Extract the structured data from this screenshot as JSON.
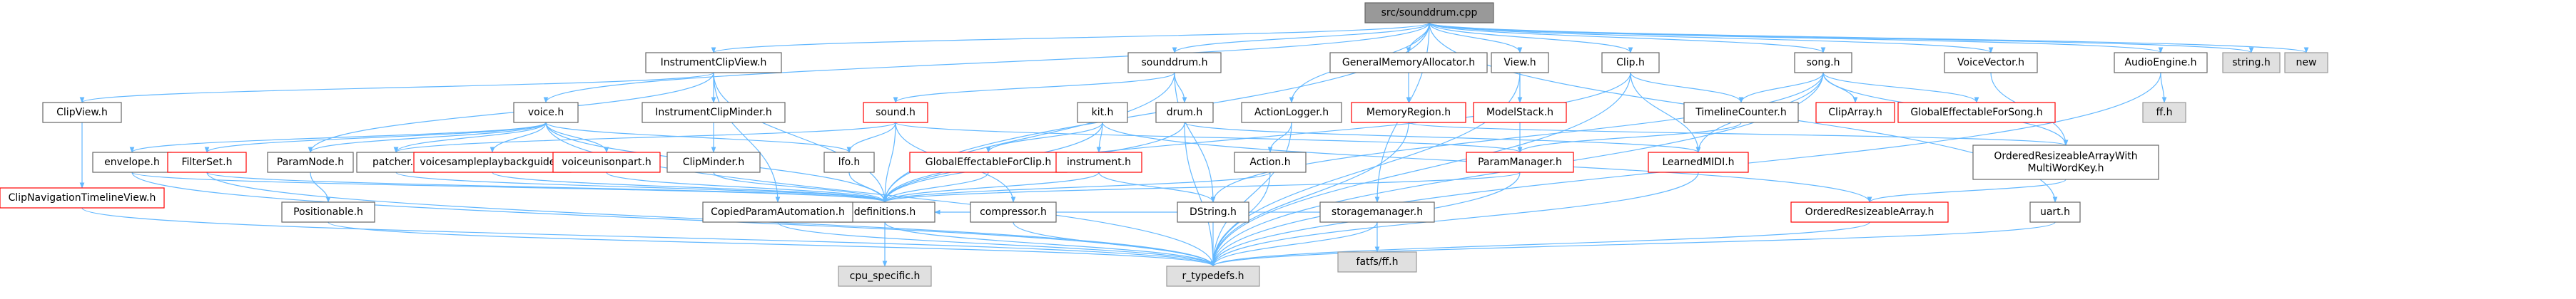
{
  "colors": {
    "edge": "#63B8FF",
    "node_fill": "#ffffff",
    "node_border": "#666666",
    "root_fill": "#999999",
    "system_fill": "#e0e0e0",
    "system_border": "#999999",
    "red_border": "#ff0000"
  },
  "graph": {
    "root": "src/sounddrum.cpp",
    "nodes": [
      {
        "id": "sounddrum_cpp",
        "label": "src/sounddrum.cpp",
        "style": "root"
      },
      {
        "id": "instrumentclipview_h",
        "label": "InstrumentClipView.h",
        "style": "normal"
      },
      {
        "id": "sounddrum_h",
        "label": "sounddrum.h",
        "style": "normal"
      },
      {
        "id": "gma_h",
        "label": "GeneralMemoryAllocator.h",
        "style": "normal"
      },
      {
        "id": "view_h",
        "label": "View.h",
        "style": "normal"
      },
      {
        "id": "clip_h",
        "label": "Clip.h",
        "style": "normal"
      },
      {
        "id": "song_h",
        "label": "song.h",
        "style": "normal"
      },
      {
        "id": "voicevector_h",
        "label": "VoiceVector.h",
        "style": "normal"
      },
      {
        "id": "audioengine_h",
        "label": "AudioEngine.h",
        "style": "normal"
      },
      {
        "id": "string_h",
        "label": "string.h",
        "style": "system"
      },
      {
        "id": "new",
        "label": "new",
        "style": "system"
      },
      {
        "id": "clipview_h",
        "label": "ClipView.h",
        "style": "normal"
      },
      {
        "id": "voice_h",
        "label": "voice.h",
        "style": "normal"
      },
      {
        "id": "instrumentclipminder_h",
        "label": "InstrumentClipMinder.h",
        "style": "normal"
      },
      {
        "id": "sound_h",
        "label": "sound.h",
        "style": "red"
      },
      {
        "id": "kit_h",
        "label": "kit.h",
        "style": "normal"
      },
      {
        "id": "drum_h",
        "label": "drum.h",
        "style": "normal"
      },
      {
        "id": "actionlogger_h",
        "label": "ActionLogger.h",
        "style": "normal"
      },
      {
        "id": "memoryregion_h",
        "label": "MemoryRegion.h",
        "style": "red"
      },
      {
        "id": "modelstack_h",
        "label": "ModelStack.h",
        "style": "red"
      },
      {
        "id": "timelinecounter_h",
        "label": "TimelineCounter.h",
        "style": "normal"
      },
      {
        "id": "cliparray_h",
        "label": "ClipArray.h",
        "style": "red"
      },
      {
        "id": "globaleffectableforsong_h",
        "label": "GlobalEffectableForSong.h",
        "style": "red"
      },
      {
        "id": "ff_h",
        "label": "ff.h",
        "style": "system"
      },
      {
        "id": "clipnavtimelineview_h",
        "label": "ClipNavigationTimelineView.h",
        "style": "red"
      },
      {
        "id": "envelope_h",
        "label": "envelope.h",
        "style": "normal"
      },
      {
        "id": "filterset_h",
        "label": "FilterSet.h",
        "style": "red"
      },
      {
        "id": "paramnode_h",
        "label": "ParamNode.h",
        "style": "normal"
      },
      {
        "id": "patcher_h",
        "label": "patcher.h",
        "style": "normal"
      },
      {
        "id": "voicesampleplayback_h",
        "label": "voicesampleplaybackguide.h",
        "style": "red"
      },
      {
        "id": "voiceunisonpart_h",
        "label": "voiceunisonpart.h",
        "style": "red"
      },
      {
        "id": "clipminder_h",
        "label": "ClipMinder.h",
        "style": "normal"
      },
      {
        "id": "lfo_h",
        "label": "lfo.h",
        "style": "normal"
      },
      {
        "id": "gefxclip_h",
        "label": "GlobalEffectableForClip.h",
        "style": "red"
      },
      {
        "id": "instrument_h",
        "label": "instrument.h",
        "style": "red"
      },
      {
        "id": "action_h",
        "label": "Action.h",
        "style": "normal"
      },
      {
        "id": "parammanager_h",
        "label": "ParamManager.h",
        "style": "red"
      },
      {
        "id": "learnedmidi_h",
        "label": "LearnedMIDI.h",
        "style": "red"
      },
      {
        "id": "oramwk_h",
        "label": "OrderedResizeableArrayWith\nMultiWordKey.h",
        "style": "normal"
      },
      {
        "id": "positionable_h",
        "label": "Positionable.h",
        "style": "normal"
      },
      {
        "id": "definitions_h",
        "label": "definitions.h",
        "style": "normal"
      },
      {
        "id": "compressor_h",
        "label": "compressor.h",
        "style": "normal"
      },
      {
        "id": "storagemanager_h",
        "label": "storagemanager.h",
        "style": "normal"
      },
      {
        "id": "fatfs_ff_h",
        "label": "fatfs/ff.h",
        "style": "system"
      },
      {
        "id": "dstring_h",
        "label": "DString.h",
        "style": "normal"
      },
      {
        "id": "ora_h",
        "label": "OrderedResizeableArray.h",
        "style": "red"
      },
      {
        "id": "uart_h",
        "label": "uart.h",
        "style": "normal"
      },
      {
        "id": "copiedparam_h",
        "label": "CopiedParamAutomation.h",
        "style": "normal"
      },
      {
        "id": "cpu_specific_h",
        "label": "cpu_specific.h",
        "style": "system"
      },
      {
        "id": "r_typedefs_h",
        "label": "r_typedefs.h",
        "style": "system"
      }
    ],
    "edges": [
      [
        "sounddrum_cpp",
        "instrumentclipview_h"
      ],
      [
        "sounddrum_cpp",
        "sounddrum_h"
      ],
      [
        "sounddrum_cpp",
        "gma_h"
      ],
      [
        "sounddrum_cpp",
        "view_h"
      ],
      [
        "sounddrum_cpp",
        "clip_h"
      ],
      [
        "sounddrum_cpp",
        "song_h"
      ],
      [
        "sounddrum_cpp",
        "voicevector_h"
      ],
      [
        "sounddrum_cpp",
        "audioengine_h"
      ],
      [
        "sounddrum_cpp",
        "string_h"
      ],
      [
        "sounddrum_cpp",
        "new"
      ],
      [
        "sounddrum_cpp",
        "voice_h"
      ],
      [
        "sounddrum_cpp",
        "actionlogger_h"
      ],
      [
        "sounddrum_cpp",
        "storagemanager_h"
      ],
      [
        "sounddrum_cpp",
        "uart_h"
      ],
      [
        "sounddrum_cpp",
        "definitions_h"
      ],
      [
        "instrumentclipview_h",
        "clipview_h"
      ],
      [
        "instrumentclipview_h",
        "instrumentclipminder_h"
      ],
      [
        "instrumentclipview_h",
        "definitions_h"
      ],
      [
        "instrumentclipview_h",
        "copiedparam_h"
      ],
      [
        "instrumentclipview_h",
        "paramnode_h"
      ],
      [
        "clipview_h",
        "clipnavtimelineview_h"
      ],
      [
        "clipnavtimelineview_h",
        "r_typedefs_h"
      ],
      [
        "instrumentclipminder_h",
        "clipminder_h"
      ],
      [
        "clipminder_h",
        "definitions_h"
      ],
      [
        "sounddrum_h",
        "sound_h"
      ],
      [
        "sounddrum_h",
        "drum_h"
      ],
      [
        "sounddrum_h",
        "definitions_h"
      ],
      [
        "sounddrum_h",
        "dstring_h"
      ],
      [
        "sound_h",
        "lfo_h"
      ],
      [
        "sound_h",
        "definitions_h"
      ],
      [
        "sound_h",
        "compressor_h"
      ],
      [
        "sound_h",
        "patcher_h"
      ],
      [
        "sound_h",
        "parammanager_h"
      ],
      [
        "drum_h",
        "definitions_h"
      ],
      [
        "drum_h",
        "r_typedefs_h"
      ],
      [
        "drum_h",
        "learnedmidi_h"
      ],
      [
        "kit_h",
        "gefxclip_h"
      ],
      [
        "kit_h",
        "instrument_h"
      ],
      [
        "kit_h",
        "definitions_h"
      ],
      [
        "kit_h",
        "ora_h"
      ],
      [
        "gefxclip_h",
        "definitions_h"
      ],
      [
        "instrument_h",
        "definitions_h"
      ],
      [
        "instrument_h",
        "dstring_h"
      ],
      [
        "gma_h",
        "memoryregion_h"
      ],
      [
        "memoryregion_h",
        "oramwk_h"
      ],
      [
        "memoryregion_h",
        "r_typedefs_h"
      ],
      [
        "view_h",
        "modelstack_h"
      ],
      [
        "view_h",
        "r_typedefs_h"
      ],
      [
        "modelstack_h",
        "parammanager_h"
      ],
      [
        "clip_h",
        "timelinecounter_h"
      ],
      [
        "clip_h",
        "learnedmidi_h"
      ],
      [
        "clip_h",
        "definitions_h"
      ],
      [
        "clip_h",
        "r_typedefs_h"
      ],
      [
        "timelinecounter_h",
        "parammanager_h"
      ],
      [
        "song_h",
        "cliparray_h"
      ],
      [
        "song_h",
        "globaleffectableforsong_h"
      ],
      [
        "song_h",
        "timelinecounter_h"
      ],
      [
        "song_h",
        "oramwk_h"
      ],
      [
        "song_h",
        "learnedmidi_h"
      ],
      [
        "song_h",
        "r_typedefs_h"
      ],
      [
        "song_h",
        "dstring_h"
      ],
      [
        "voicevector_h",
        "oramwk_h"
      ],
      [
        "oramwk_h",
        "ora_h"
      ],
      [
        "audioengine_h",
        "ff_h"
      ],
      [
        "audioengine_h",
        "r_typedefs_h"
      ],
      [
        "voice_h",
        "envelope_h"
      ],
      [
        "voice_h",
        "filterset_h"
      ],
      [
        "voice_h",
        "paramnode_h"
      ],
      [
        "voice_h",
        "patcher_h"
      ],
      [
        "voice_h",
        "voicesampleplayback_h"
      ],
      [
        "voice_h",
        "voiceunisonpart_h"
      ],
      [
        "voice_h",
        "lfo_h"
      ],
      [
        "voice_h",
        "definitions_h"
      ],
      [
        "voice_h",
        "r_typedefs_h"
      ],
      [
        "envelope_h",
        "definitions_h"
      ],
      [
        "envelope_h",
        "r_typedefs_h"
      ],
      [
        "filterset_h",
        "definitions_h"
      ],
      [
        "filterset_h",
        "r_typedefs_h"
      ],
      [
        "paramnode_h",
        "positionable_h"
      ],
      [
        "positionable_h",
        "r_typedefs_h"
      ],
      [
        "patcher_h",
        "definitions_h"
      ],
      [
        "voicesampleplayback_h",
        "definitions_h"
      ],
      [
        "voiceunisonpart_h",
        "definitions_h"
      ],
      [
        "lfo_h",
        "definitions_h"
      ],
      [
        "actionlogger_h",
        "action_h"
      ],
      [
        "actionlogger_h",
        "r_typedefs_h"
      ],
      [
        "action_h",
        "definitions_h"
      ],
      [
        "action_h",
        "r_typedefs_h"
      ],
      [
        "parammanager_h",
        "definitions_h"
      ],
      [
        "parammanager_h",
        "r_typedefs_h"
      ],
      [
        "learnedmidi_h",
        "r_typedefs_h"
      ],
      [
        "storagemanager_h",
        "fatfs_ff_h"
      ],
      [
        "storagemanager_h",
        "definitions_h"
      ],
      [
        "storagemanager_h",
        "r_typedefs_h"
      ],
      [
        "dstring_h",
        "r_typedefs_h"
      ],
      [
        "ora_h",
        "r_typedefs_h"
      ],
      [
        "uart_h",
        "r_typedefs_h"
      ],
      [
        "compressor_h",
        "r_typedefs_h"
      ],
      [
        "copiedparam_h",
        "r_typedefs_h"
      ],
      [
        "definitions_h",
        "cpu_specific_h"
      ],
      [
        "definitions_h",
        "r_typedefs_h"
      ]
    ]
  }
}
